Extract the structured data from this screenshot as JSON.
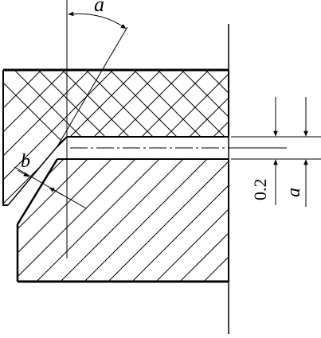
{
  "drawing": {
    "labels": {
      "angle": "a",
      "chamfer": "b",
      "gap": "0.2",
      "offset": "a"
    },
    "colors": {
      "stroke": "#000000",
      "background": "#ffffff"
    }
  }
}
